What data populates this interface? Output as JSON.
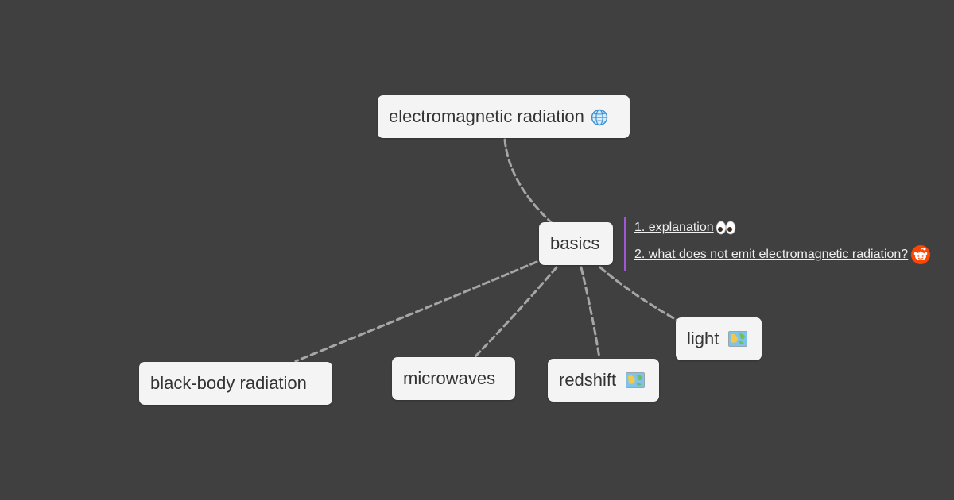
{
  "map": {
    "colors": {
      "background": "#404040",
      "node_fill": "#f4f4f4",
      "node_text": "#333333",
      "edge": "#a6a6a6",
      "note_bar": "#a056d6",
      "note_text": "#f0f0f0"
    },
    "root": {
      "label": "electromagnetic radiation",
      "icon": "globe-icon"
    },
    "center": {
      "label": "basics",
      "notes": [
        {
          "label": "1. explanation ",
          "icon": "eyes-icon"
        },
        {
          "label": "2. what does not emit electromagnetic radiation? ",
          "icon": "reddit-icon"
        }
      ]
    },
    "children": [
      {
        "label": "black-body radiation",
        "icon": ""
      },
      {
        "label": "microwaves",
        "icon": ""
      },
      {
        "label": "redshift",
        "icon": "map-icon"
      },
      {
        "label": "light",
        "icon": "map-icon"
      }
    ]
  }
}
